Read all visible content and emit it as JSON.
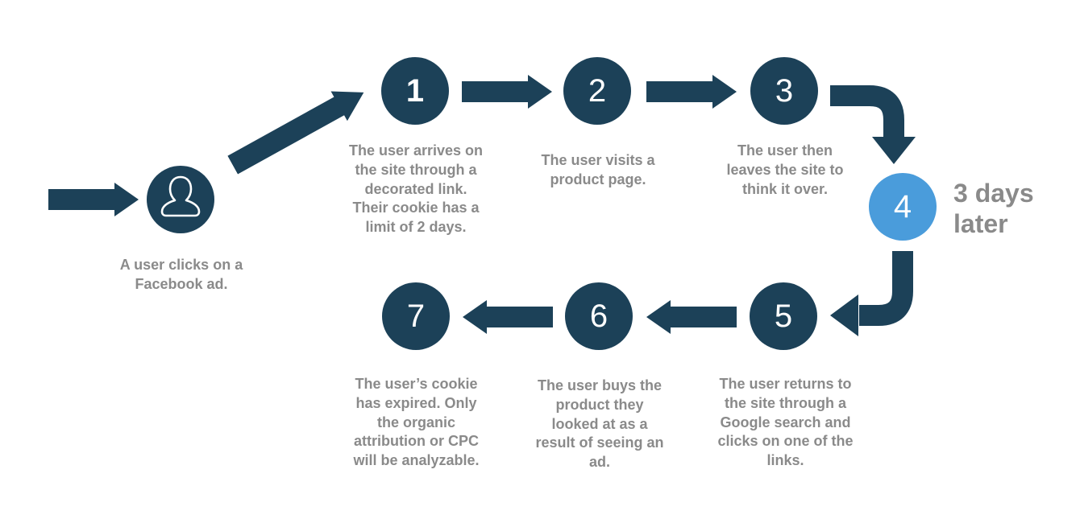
{
  "colors": {
    "navy": "#1c4158",
    "highlight_blue": "#4a9cdb",
    "caption_gray": "#8a8a8a",
    "number_white": "#ffffff"
  },
  "start": {
    "icon": "person-icon",
    "caption": "A user clicks on a\nFacebook ad."
  },
  "time_note": "3 days\nlater",
  "steps": [
    {
      "number": "1",
      "caption": "The user arrives on\nthe site through a\ndecorated link.\nTheir cookie has a\nlimit of 2 days."
    },
    {
      "number": "2",
      "caption": "The user visits a\nproduct page."
    },
    {
      "number": "3",
      "caption": "The user then\nleaves the site to\nthink it over."
    },
    {
      "number": "4"
    },
    {
      "number": "5",
      "caption": "The user returns to\nthe site through a\nGoogle search and\nclicks on one of the\nlinks."
    },
    {
      "number": "6",
      "caption": "The user buys the\nproduct they\nlooked at as a\nresult of seeing an\nad."
    },
    {
      "number": "7",
      "caption": "The user’s cookie\nhas expired. Only\nthe organic\nattribution or CPC\nwill be analyzable."
    }
  ]
}
